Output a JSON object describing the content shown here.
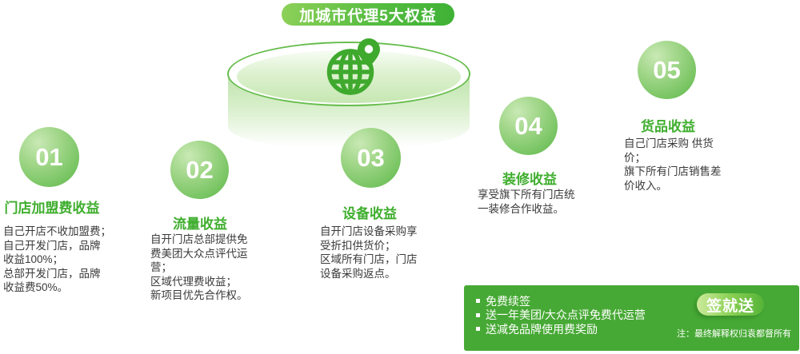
{
  "title": "加城市代理5大权益",
  "benefits": [
    {
      "number": "01",
      "title": "门店加盟费收益",
      "desc": "自己开店不收加盟费；\n自己开发门店，品牌\n收益100%；\n总部开发门店，品牌\n收益费50%。"
    },
    {
      "number": "02",
      "title": "流量收益",
      "desc": "自开门店总部提供免\n费美团大众点评代运\n营；\n区域代理费收益；\n新项目优先合作权。"
    },
    {
      "number": "03",
      "title": "设备收益",
      "desc": "自开门店设备采购享\n受折扣供货价；\n区域所有门店，门店\n设备采购返点。"
    },
    {
      "number": "04",
      "title": "装修收益",
      "desc": "享受旗下所有门店统\n一装修合作收益。"
    },
    {
      "number": "05",
      "title": "货品收益",
      "desc": "自己门店采购 供货\n价；\n旗下所有门店销售差\n价收入。"
    }
  ],
  "promo": {
    "bullets": [
      "免费续签",
      "送一年美团/大众点评免费代运营",
      "送减免品牌使用费奖励"
    ],
    "badge": "签就送",
    "note": "注：最终解释权归袁都督所有"
  },
  "icons": {
    "globe": "globe-with-location-pin-icon"
  },
  "colors": {
    "brand_green": "#47a935",
    "title_green": "#3fae2e",
    "pill_gradient_start": "#8ed159",
    "pill_gradient_end": "#3db134",
    "circle_light": "#c9e9b5",
    "circle_dark": "#63b950",
    "body_text": "#3a3a3a",
    "white": "#ffffff"
  }
}
